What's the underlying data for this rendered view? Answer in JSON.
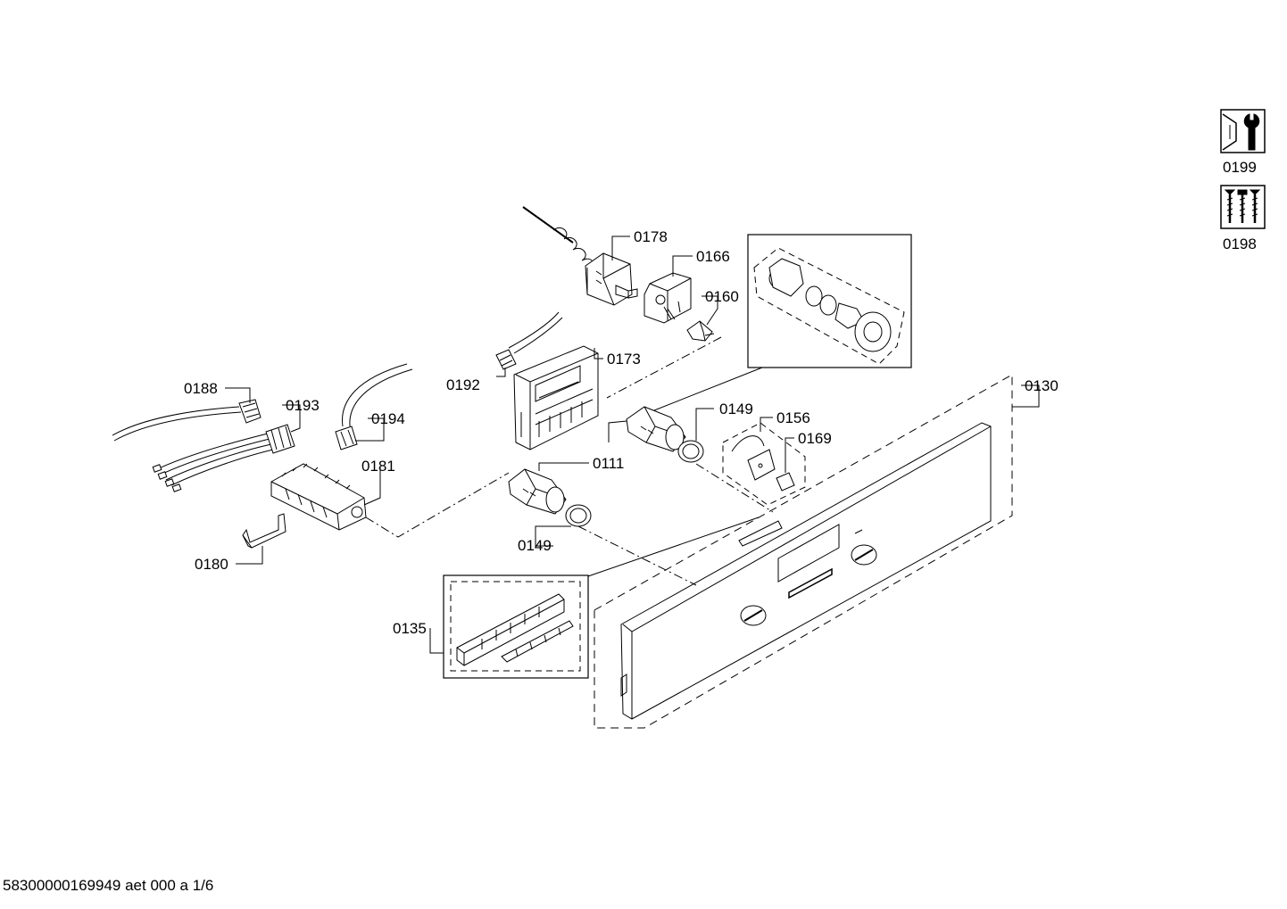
{
  "labels": {
    "p0178": "0178",
    "p0166": "0166",
    "p0160": "0160",
    "p0173": "0173",
    "p0192": "0192",
    "p0188": "0188",
    "p0193": "0193",
    "p0194": "0194",
    "p0181": "0181",
    "p0180": "0180",
    "p0111": "0111",
    "p0149a": "0149",
    "p0149b": "0149",
    "p0156": "0156",
    "p0169": "0169",
    "p0130": "0130",
    "p0135": "0135"
  },
  "accessories": {
    "tool_label": "0199",
    "screws_label": "0198"
  },
  "footer": "58300000169949 aet 000 a 1/6"
}
